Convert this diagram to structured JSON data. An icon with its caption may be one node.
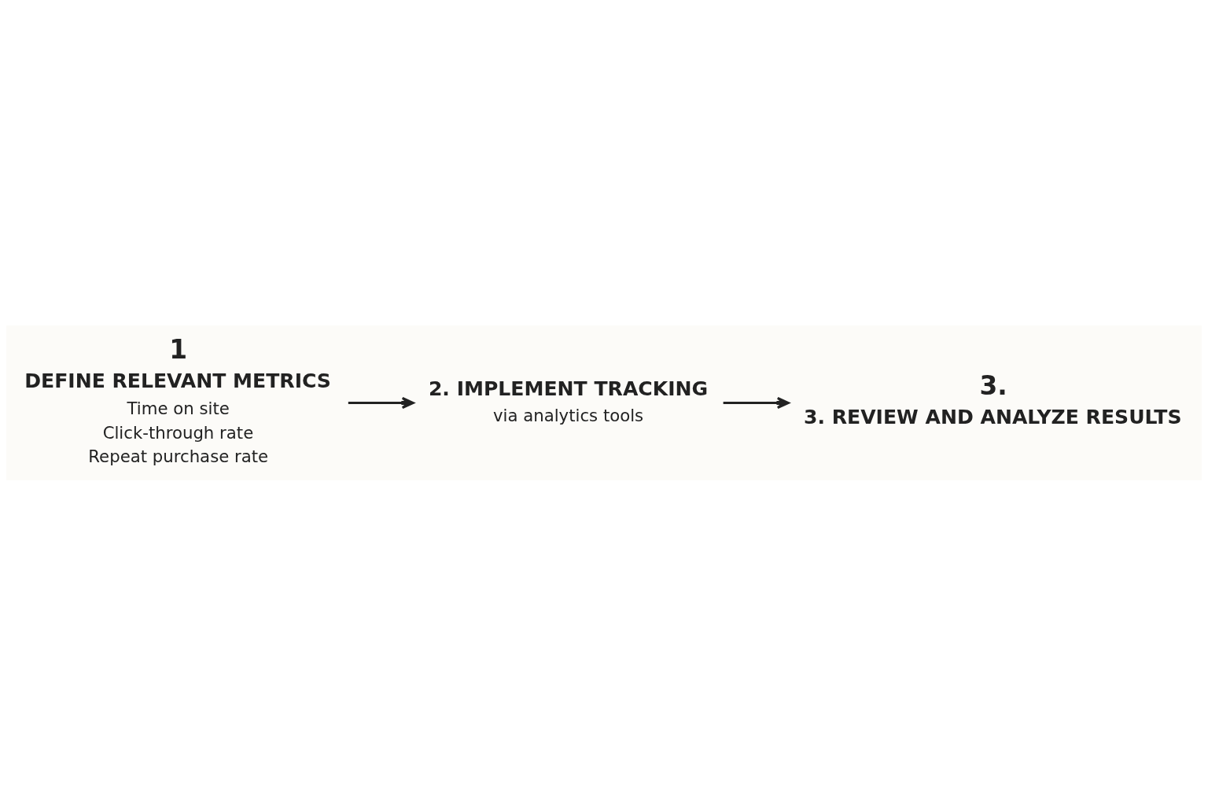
{
  "diagram": {
    "nodes": [
      {
        "text": [
          "1",
          "DEFINE RELEVANT METRICS",
          "Time on site",
          "Click-through rate",
          "Repeat purchase rate"
        ]
      },
      {
        "text": [
          "2. IMPLEMENT TRACKING",
          "via analytics tools"
        ]
      },
      {
        "text": [
          "3.",
          "3. REVIEW AND ANALYZE RESULTS"
        ]
      }
    ],
    "edges": [
      {
        "from": 0,
        "to": 1,
        "arrow": "to"
      },
      {
        "from": 1,
        "to": 2,
        "arrow": "to"
      }
    ]
  }
}
